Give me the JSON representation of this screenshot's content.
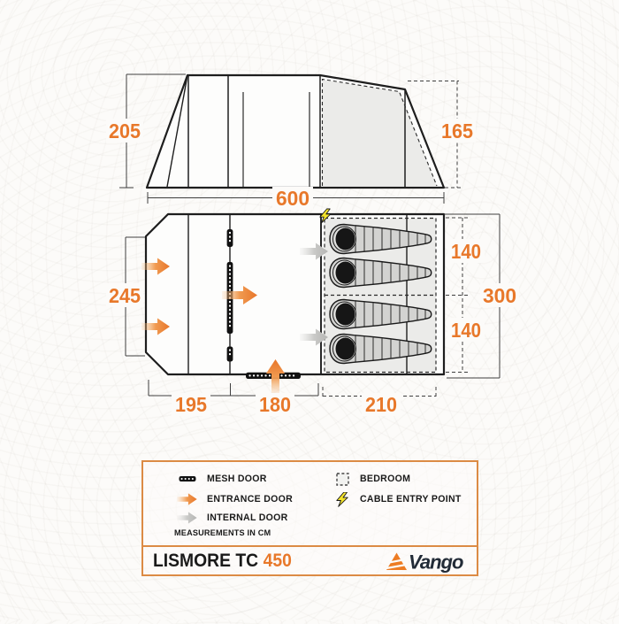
{
  "measurements": {
    "side_height": "205",
    "bedroom_height": "165",
    "total_length": "600",
    "front_width": "245",
    "bedroom_width_1": "140",
    "bedroom_width_2": "140",
    "total_width": "300",
    "porch_length": "195",
    "living_length": "180",
    "bedroom_length": "210"
  },
  "legend": {
    "mesh_door": "MESH DOOR",
    "entrance_door": "ENTRANCE DOOR",
    "internal_door": "INTERNAL DOOR",
    "bedroom": "BEDROOM",
    "cable_entry": "CABLE ENTRY POINT",
    "note": "MEASUREMENTS IN CM"
  },
  "footer": {
    "model": "LISMORE TC",
    "variant": "450",
    "brand": "Vango"
  },
  "colors": {
    "accent_orange": "#E8782A",
    "legend_border": "#DC8B45",
    "outline_black": "#1E1E1E",
    "bedroom_fill": "#EBEBE9",
    "sleeping_bag_fill": "#D3D3D1",
    "cable_bolt_yellow": "#F3E32B",
    "brand_dark": "#222B37",
    "background": "#FCFBF9"
  }
}
